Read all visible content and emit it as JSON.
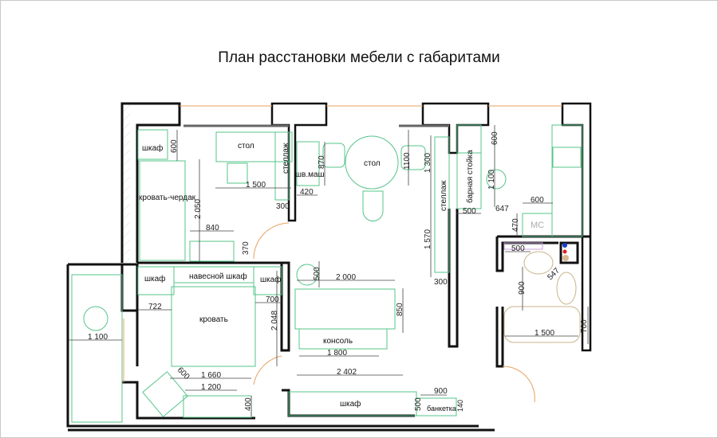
{
  "title": "План расстановки мебели с габаритами",
  "labels": {
    "wardrobe_kid": "шкаф",
    "loft_bed": "кровать-чердак",
    "desk": "стол",
    "shelf_kid": "стеллаж",
    "washer": "шв.маш",
    "dining_table": "стол",
    "shelf_living": "стеллаж",
    "bar_counter": "барная стойка",
    "wc": "МС",
    "wardrobe_bed_left": "шкаф",
    "wall_cabinet": "навесной шкаф",
    "wardrobe_bed_right": "шкаф",
    "bed": "кровать",
    "console": "консоль",
    "wardrobe_hall": "шкаф",
    "bench": "банкетка"
  },
  "dims": {
    "d600a": "600",
    "d1500a": "1 500",
    "d870": "870",
    "d420": "420",
    "d300a": "300",
    "d2050": "2 050",
    "d840": "840",
    "d370": "370",
    "d1100a": "1100",
    "d1300": "1 300",
    "d1570": "1 570",
    "d300b": "300",
    "d600b": "600",
    "d1100b": "1 100",
    "d500a": "500",
    "d647": "647",
    "d600c": "600",
    "d470": "470",
    "d500b": "500",
    "d547": "547",
    "d900a": "900",
    "d1500b": "1 500",
    "d700a": "700",
    "d722": "722",
    "d700b": "700",
    "d2048": "2 048",
    "d500c": "500",
    "d2000": "2 000",
    "d850": "850",
    "d1800": "1 800",
    "d1100c": "1 100",
    "d600d": "600",
    "d1660": "1 660",
    "d1200": "1 200",
    "d2402": "2 402",
    "d400": "400",
    "d500d": "500",
    "d900b": "900",
    "d140": "140"
  },
  "colors": {
    "wall": "#111111",
    "furniture": "#55c48a",
    "door": "#e8a060"
  }
}
